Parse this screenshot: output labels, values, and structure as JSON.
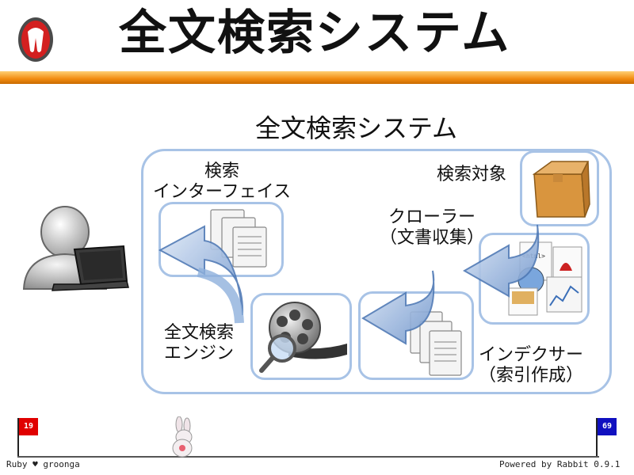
{
  "slide": {
    "title": "全文検索システム"
  },
  "diagram": {
    "title": "全文検索システム",
    "labels": {
      "search_interface_1": "検索",
      "search_interface_2": "インターフェイス",
      "search_target": "検索対象",
      "crawler_1": "クローラー",
      "crawler_2": "（文書収集）",
      "engine_1": "全文検索",
      "engine_2": "エンジン",
      "indexer_1": "インデクサー",
      "indexer_2": "（索引作成）"
    },
    "icons": [
      "user-at-laptop-icon",
      "documents-icon",
      "film-reel-search-icon",
      "box-icon",
      "web-documents-icon",
      "arrow-icon"
    ],
    "html_tag": "<html>"
  },
  "footer": {
    "left": "Ruby ♥ groonga",
    "right": "Powered by Rabbit 0.9.1",
    "page_current": "19",
    "page_total": "69"
  },
  "colors": {
    "accent_orange": "#f28c10",
    "frame_blue": "#a8c3e6",
    "flag_red": "#e00000",
    "flag_blue": "#1010c0"
  }
}
